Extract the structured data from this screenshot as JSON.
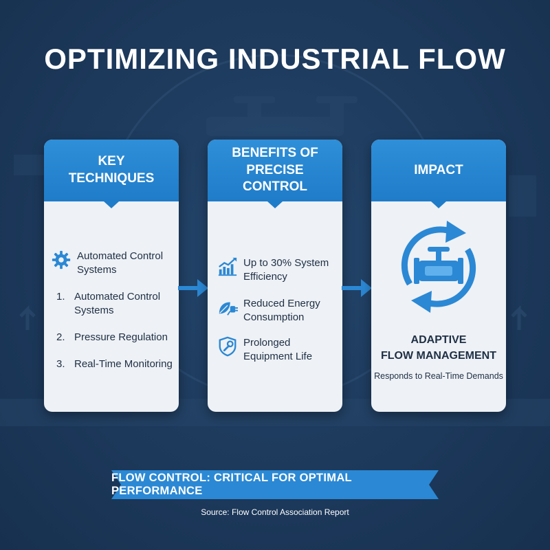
{
  "title": "OPTIMIZING INDUSTRIAL FLOW",
  "colors": {
    "background": "#1d3a5c",
    "accent": "#2b88d4",
    "card": "#eef1f5",
    "text": "#1e2f45"
  },
  "cards": [
    {
      "heading": "KEY\nTECHNIQUES",
      "items": [
        {
          "icon": "gear-icon",
          "text": "Automated Control\nSystems"
        },
        {
          "number": "1.",
          "text": "Automated Control\nSystems"
        },
        {
          "number": "2.",
          "text": "Pressure Regulation"
        },
        {
          "number": "3.",
          "text": "Real-Time Monitoring"
        }
      ]
    },
    {
      "heading": "BENEFITS OF\nPRECISE CONTROL",
      "items": [
        {
          "icon": "growth-chart-icon",
          "text": "Up to 30% System\nEfficiency"
        },
        {
          "icon": "eco-plug-icon",
          "text": "Reduced Energy\nConsumption"
        },
        {
          "icon": "shield-wrench-icon",
          "text": "Prolonged\nEquipment Life"
        }
      ]
    },
    {
      "heading": "IMPACT",
      "icon": "cycle-valve-icon",
      "result_title": "ADAPTIVE\nFLOW MANAGEMENT",
      "result_subtitle": "Responds to Real-Time Demands"
    }
  ],
  "banner": "FLOW CONTROL: CRITICAL FOR OPTIMAL PERFORMANCE",
  "source": "Source: Flow Control Association Report"
}
